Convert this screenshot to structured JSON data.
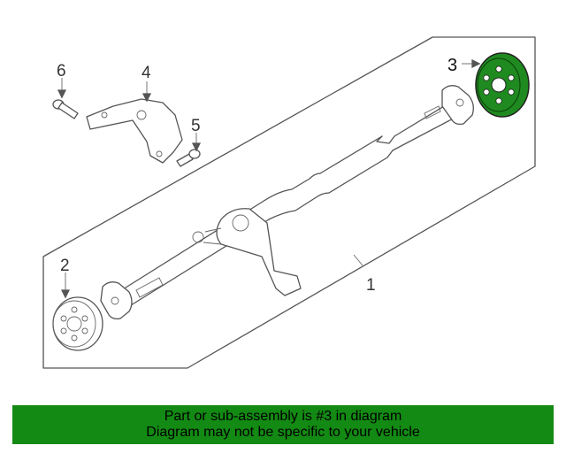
{
  "diagram": {
    "callouts": {
      "c1": "1",
      "c2": "2",
      "c3": "3",
      "c4": "4",
      "c5": "5",
      "c6": "6"
    },
    "highlight_color": "#1f8a1f"
  },
  "banner": {
    "line1": "Part or sub-assembly is #3 in diagram",
    "line2": "Diagram may not be specific to your vehicle",
    "background": "#138a13"
  }
}
